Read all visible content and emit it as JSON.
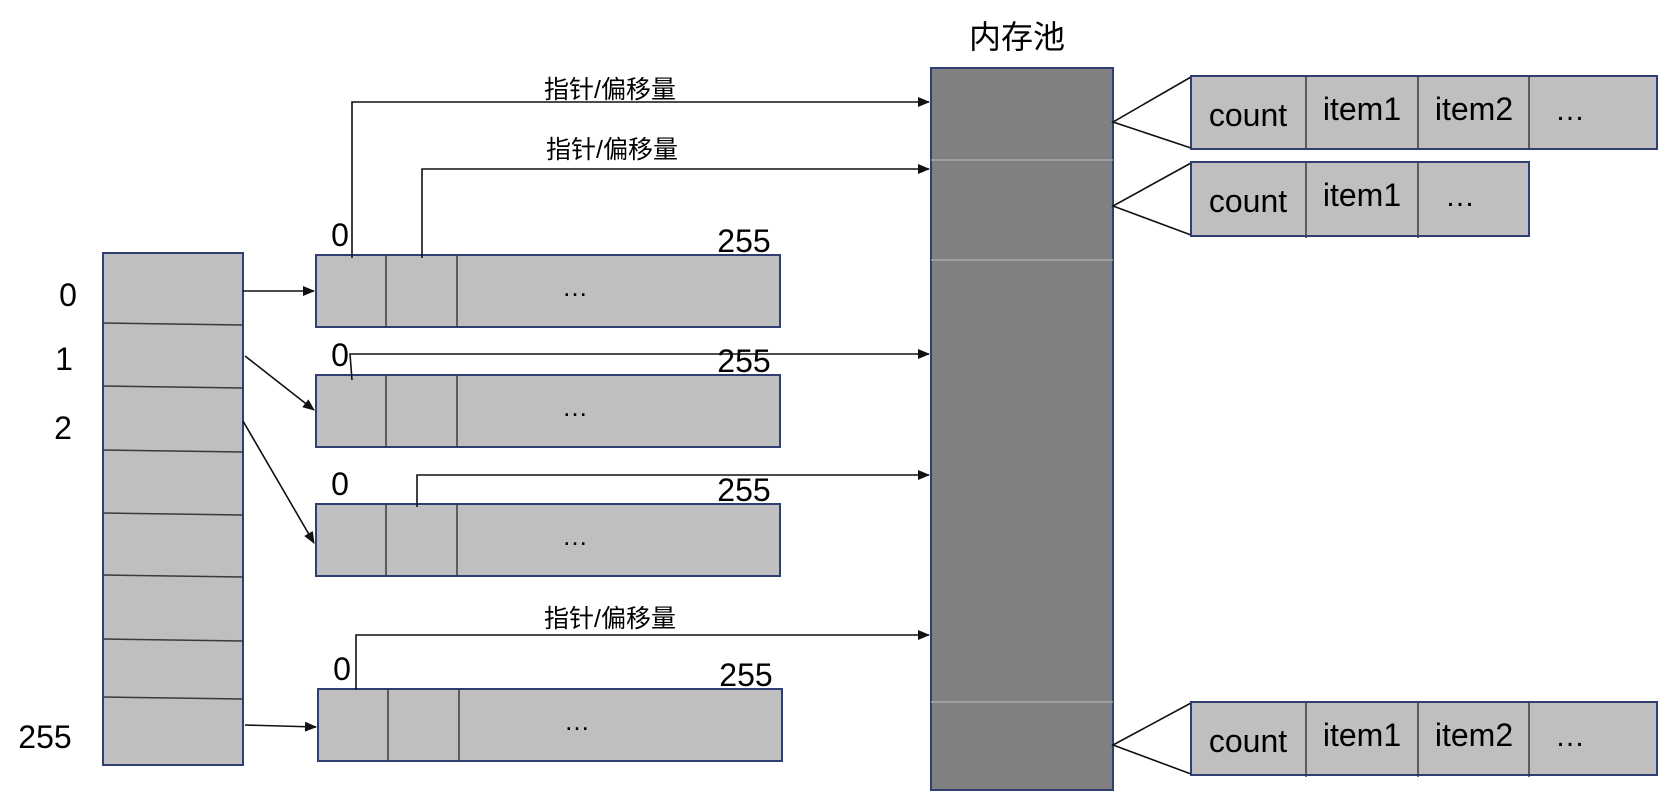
{
  "pool": {
    "title": "内存池"
  },
  "root_index": {
    "labels": [
      "0",
      "1",
      "2",
      "255"
    ]
  },
  "second_level": [
    {
      "start_label": "0",
      "end_label": "255",
      "ellipsis": "…"
    },
    {
      "start_label": "0",
      "end_label": "255",
      "ellipsis": "…"
    },
    {
      "start_label": "0",
      "end_label": "255",
      "ellipsis": "…"
    },
    {
      "start_label": "0",
      "end_label": "255",
      "ellipsis": "…"
    }
  ],
  "pointer_labels": [
    "指针/偏移量",
    "指针/偏移量",
    "指针/偏移量"
  ],
  "blocks": [
    {
      "cells": [
        "count",
        "item1",
        "item2",
        "…"
      ]
    },
    {
      "cells": [
        "count",
        "item1",
        "…"
      ]
    },
    {
      "cells": [
        "count",
        "item1",
        "item2",
        "…"
      ]
    }
  ],
  "colors": {
    "cell_fill": "#bfbfbf",
    "pool_fill": "#808080",
    "border": "#2f3f73"
  }
}
